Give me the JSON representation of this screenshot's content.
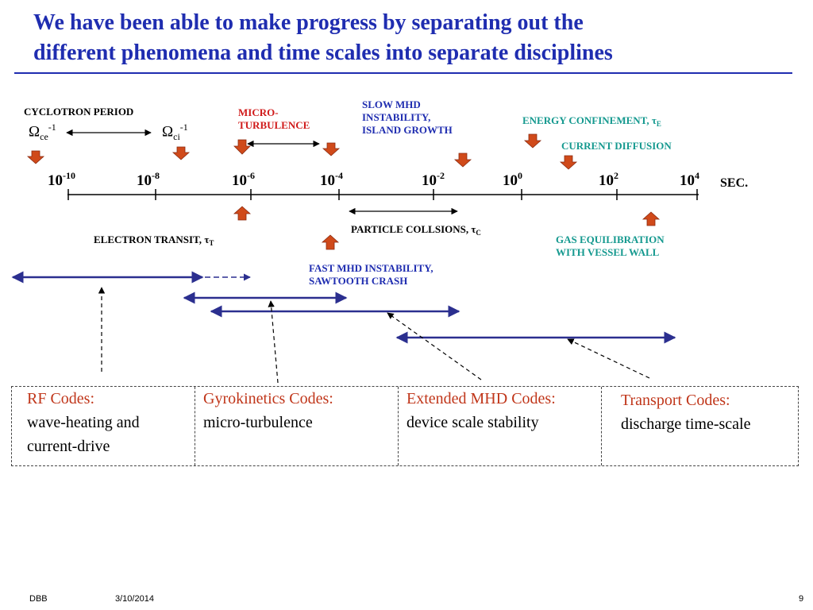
{
  "title": {
    "line1": "We have been able to make progress by separating out the",
    "line2": "different phenomena and time scales into separate disciplines"
  },
  "axis": {
    "ticks": [
      {
        "base": "10",
        "exp": "-10"
      },
      {
        "base": "10",
        "exp": "-8"
      },
      {
        "base": "10",
        "exp": "-6"
      },
      {
        "base": "10",
        "exp": "-4"
      },
      {
        "base": "10",
        "exp": "-2"
      },
      {
        "base": "10",
        "exp": "0"
      },
      {
        "base": "10",
        "exp": "2"
      },
      {
        "base": "10",
        "exp": "4"
      }
    ],
    "unit": "SEC."
  },
  "labels": {
    "cyclotron": "CYCLOTRON PERIOD",
    "omega": "Ω",
    "omega_ce_sub": "ce",
    "omega_ci_sub": "ci",
    "omega_sup": "-1",
    "micro1": "MICRO-",
    "micro2": "TURBULENCE",
    "slow1": "SLOW MHD",
    "slow2": "INSTABILITY,",
    "slow3": "ISLAND GROWTH",
    "energy": "ENERGY CONFINEMENT, ",
    "tau": "τ",
    "energy_sub": "E",
    "current": "CURRENT DIFFUSION",
    "electron": "ELECTRON TRANSIT, ",
    "electron_sub": "T",
    "particle": "PARTICLE COLLSIONS, ",
    "particle_sub": "C",
    "gas1": "GAS EQUILIBRATION",
    "gas2": "WITH VESSEL WALL",
    "fast1": "FAST MHD INSTABILITY,",
    "fast2": "SAWTOOTH CRASH"
  },
  "codes": [
    {
      "heading": "RF Codes:",
      "lines": [
        "wave-heating and",
        "current-drive"
      ]
    },
    {
      "heading": "Gyrokinetics Codes:",
      "lines": [
        "micro-turbulence"
      ]
    },
    {
      "heading": "Extended MHD Codes:",
      "lines": [
        "device scale stability"
      ]
    },
    {
      "heading": "Transport Codes:",
      "lines": [
        "discharge time-scale"
      ]
    }
  ],
  "footer": {
    "author": "DBB",
    "date": "3/10/2014",
    "page": "9"
  },
  "colors": {
    "title": "#1f2db0",
    "arrow_fill": "#d04a1a",
    "range_line": "#2b2f8f",
    "heading_code": "#c0361a"
  }
}
